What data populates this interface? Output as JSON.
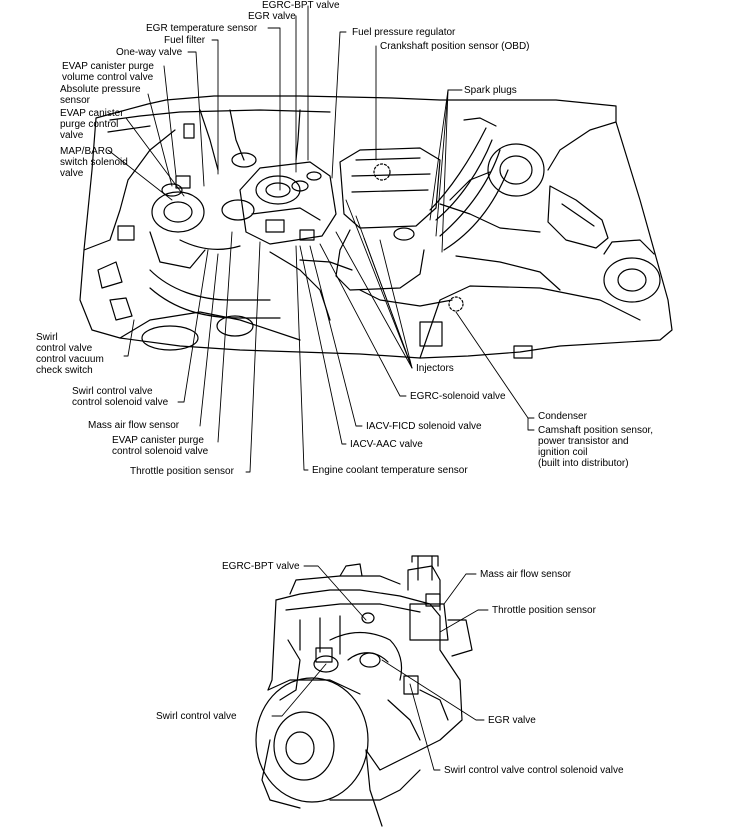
{
  "top_diagram": {
    "labels": {
      "egrc_bpt_valve": "EGRC-BPT valve",
      "egr_valve": "EGR valve",
      "egr_temperature_sensor": "EGR temperature sensor",
      "fuel_filter": "Fuel filter",
      "one_way_valve": "One-way valve",
      "evap_purge_volume_valve": "EVAP canister purge\nvolume control valve",
      "absolute_pressure_sensor": "Absolute pressure\nsensor",
      "evap_purge_control_valve": "EVAP canister\npurge control\nvalve",
      "map_baro_valve": "MAP/BARO\nswitch solenoid\nvalve",
      "fuel_pressure_regulator": "Fuel pressure regulator",
      "crankshaft_position_sensor": "Crankshaft position sensor (OBD)",
      "spark_plugs": "Spark plugs",
      "swirl_vacuum_check_switch": "Swirl\ncontrol valve\ncontrol vacuum\ncheck switch",
      "swirl_control_solenoid": "Swirl control valve\ncontrol solenoid valve",
      "mass_air_flow_sensor": "Mass air flow sensor",
      "evap_purge_control_solenoid": "EVAP canister purge\ncontrol solenoid valve",
      "throttle_position_sensor": "Throttle position sensor",
      "injectors": "Injectors",
      "egrc_solenoid_valve": "EGRC-solenoid valve",
      "iacv_ficd_solenoid": "IACV-FICD solenoid valve",
      "iacv_aac_valve": "IACV-AAC valve",
      "engine_coolant_temperature_sensor": "Engine coolant temperature sensor",
      "condenser": "Condenser",
      "camshaft_sensor_group": "Camshaft position sensor,\npower transistor and\nignition coil\n(built into distributor)"
    }
  },
  "bottom_diagram": {
    "labels": {
      "egrc_bpt_valve": "EGRC-BPT valve",
      "mass_air_flow_sensor": "Mass air flow sensor",
      "throttle_position_sensor": "Throttle position sensor",
      "swirl_control_valve": "Swirl control valve",
      "egr_valve": "EGR valve",
      "swirl_control_solenoid": "Swirl control valve control solenoid valve"
    }
  }
}
